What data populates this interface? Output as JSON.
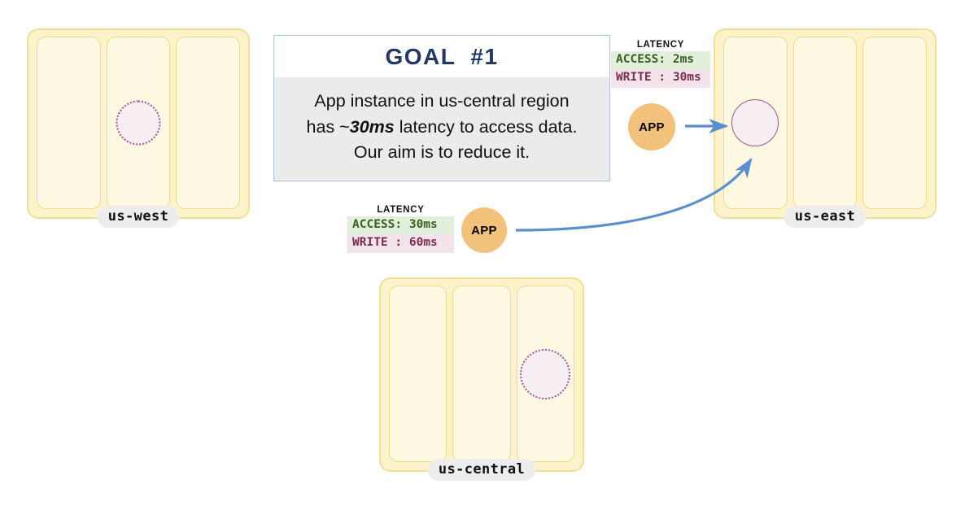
{
  "diagram": {
    "title": "Goal #1 multi-region latency diagram",
    "colors": {
      "region_fill": "#fdf3ca",
      "region_border": "#f2df95",
      "zone_fill": "#fdf8e1",
      "zone_border": "#f0d888",
      "replica_fill": "#f6eef3",
      "replica_border": "#a55580",
      "app_fill": "#f2c27c",
      "arrow": "#5b8fd0",
      "goal_border": "#a9c5e2",
      "goal_body_bg": "#ebebeb",
      "goal_title": "#1f3864",
      "access_bg": "#e2efda",
      "access_text": "#3a5f23",
      "write_bg": "#f3e3ea",
      "write_text": "#7c2e50",
      "label_pill_bg": "#ededed"
    }
  },
  "goal": {
    "title": "GOAL  #1",
    "line1_pre": "App instance in us-central region",
    "line2_pre": "has ~",
    "line2_hl": "30ms",
    "line2_post": " latency to access data.",
    "line3": "Our aim is to reduce it."
  },
  "regions": [
    {
      "id": "us-west",
      "label": "us-west",
      "zone_count": 3,
      "replica": {
        "zone_index": 1,
        "style": "dotted",
        "role": "follower-replica"
      }
    },
    {
      "id": "us-east",
      "label": "us-east",
      "zone_count": 3,
      "replica": {
        "zone_index": 0,
        "style": "solid",
        "role": "leader-replica"
      }
    },
    {
      "id": "us-central",
      "label": "us-central",
      "zone_count": 3,
      "replica": {
        "zone_index": 2,
        "style": "dotted",
        "role": "follower-replica"
      }
    }
  ],
  "apps": [
    {
      "id": "app-us-east",
      "label": "APP",
      "region": "us-east"
    },
    {
      "id": "app-us-central",
      "label": "APP",
      "region": "us-central"
    }
  ],
  "latency_tables": [
    {
      "id": "latency-us-east",
      "title": "LATENCY",
      "for_app": "app-us-east",
      "rows": [
        {
          "metric": "ACCESS:",
          "value": "2ms",
          "text": "ACCESS: 2ms",
          "kind": "access"
        },
        {
          "metric": "WRITE :",
          "value": "30ms",
          "text": "WRITE : 30ms",
          "kind": "write"
        }
      ]
    },
    {
      "id": "latency-us-central",
      "title": "LATENCY",
      "for_app": "app-us-central",
      "rows": [
        {
          "metric": "ACCESS:",
          "value": "30ms",
          "text": "ACCESS: 30ms",
          "kind": "access"
        },
        {
          "metric": "WRITE :",
          "value": "60ms",
          "text": "WRITE : 60ms",
          "kind": "write"
        }
      ]
    }
  ],
  "arrows": [
    {
      "id": "arrow-east-app-to-leader",
      "from": "app-us-east",
      "to": "us-east-leader-replica",
      "shape": "straight"
    },
    {
      "id": "arrow-central-app-to-leader",
      "from": "app-us-central",
      "to": "us-east-leader-replica",
      "shape": "curved"
    }
  ]
}
